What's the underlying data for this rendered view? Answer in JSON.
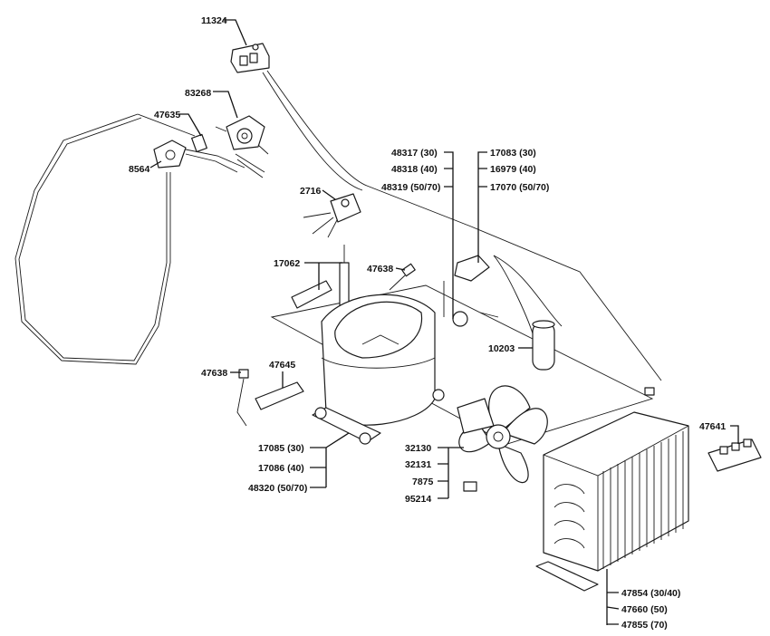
{
  "labels": {
    "p11324": "11324",
    "p83268": "83268",
    "p47635": "47635",
    "p8564": "8564",
    "p2716": "2716",
    "p48317": "48317 (30)",
    "p48318": "48318 (40)",
    "p48319": "48319 (50/70)",
    "p17083": "17083 (30)",
    "p16979": "16979 (40)",
    "p17070": "17070 (50/70)",
    "p17062": "17062",
    "p47638a": "47638",
    "p10203": "10203",
    "p47638b": "47638",
    "p47645": "47645",
    "p17085": "17085 (30)",
    "p17086": "17086 (40)",
    "p48320": "48320 (50/70)",
    "p32130": "32130",
    "p32131": "32131",
    "p7875": "7875",
    "p95214": "95214",
    "p47641": "47641",
    "p47854": "47854 (30/40)",
    "p47660": "47660 (50)",
    "p47855": "47855 (70)"
  }
}
